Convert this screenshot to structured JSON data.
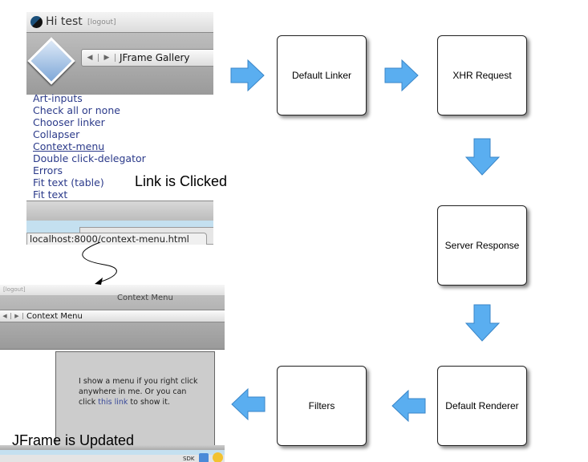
{
  "top_screenshot": {
    "greeting": "Hi test",
    "logout": "[logout]",
    "window_title": "JFrame Gallery",
    "links": [
      "Art-inputs",
      "Check all or none",
      "Chooser linker",
      "Collapser",
      "Context-menu",
      "Double click-delegator",
      "Errors",
      "Fit text",
      "Fit text"
    ],
    "link_suffix": [
      "",
      "",
      "",
      "",
      "",
      "",
      "",
      "(table)",
      ""
    ],
    "hovered_link_index": 4,
    "status_url": "localhost:8000/context-menu.html"
  },
  "bottom_screenshot": {
    "logout": "[logout]",
    "window_title_faded": "Context Menu",
    "window_title": "Context Menu",
    "body_text_before": "I show a menu if you right click anywhere in me. Or you can click ",
    "body_link": "this link",
    "body_text_after": " to show it.",
    "dock_label": "SDK"
  },
  "annotations": {
    "link_clicked": "Link is Clicked",
    "jframe_updated": "JFrame is Updated"
  },
  "steps": [
    "Default Linker",
    "XHR Request",
    "Server Response",
    "Default Renderer",
    "Filters"
  ],
  "colors": {
    "arrow_fill": "#5aaef0",
    "arrow_stroke": "#3a86c8",
    "link": "#2b3a8a"
  }
}
